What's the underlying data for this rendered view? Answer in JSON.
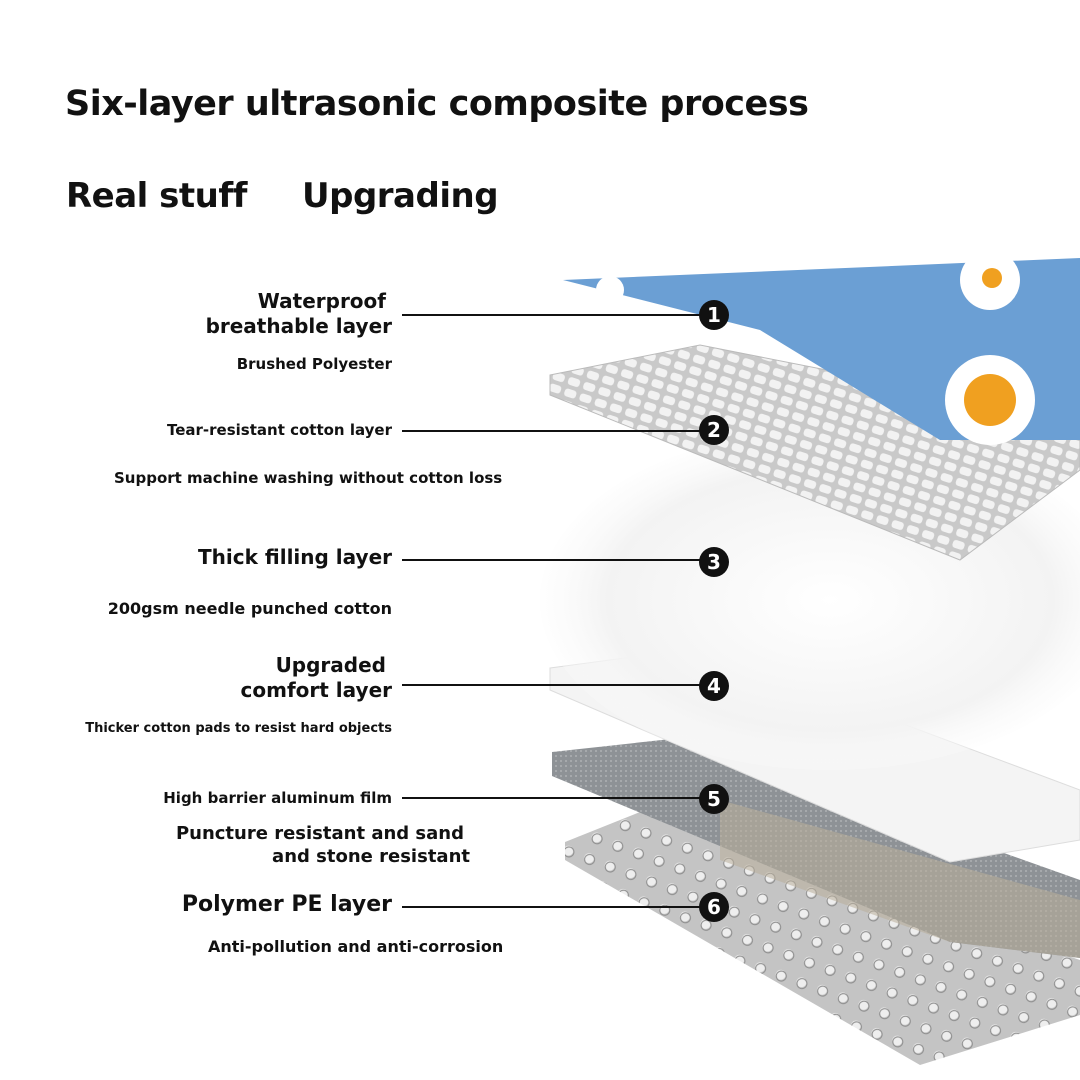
{
  "title": "Six-layer ultrasonic composite process",
  "subtitles": [
    "Real stuff",
    "Upgrading"
  ],
  "layers": [
    {
      "number": "1",
      "name_line1": "Waterproof",
      "name_line2": "breathable layer",
      "description": "Brushed Polyester"
    },
    {
      "number": "2",
      "name": "Tear-resistant cotton layer",
      "description": "Support machine washing without cotton loss"
    },
    {
      "number": "3",
      "name": "Thick filling layer",
      "description": "200gsm needle punched cotton"
    },
    {
      "number": "4",
      "name_line1": "Upgraded",
      "name_line2": "comfort layer",
      "description": "Thicker cotton pads to resist hard objects"
    },
    {
      "number": "5",
      "name": "High barrier aluminum film",
      "description_line1": "Puncture resistant and sand",
      "description_line2": "and stone resistant"
    },
    {
      "number": "6",
      "name": "Polymer PE layer",
      "description": "Anti-pollution and anti-corrosion"
    }
  ],
  "colors": {
    "fabric_blue": "#6b9fd4",
    "text": "#111111"
  }
}
